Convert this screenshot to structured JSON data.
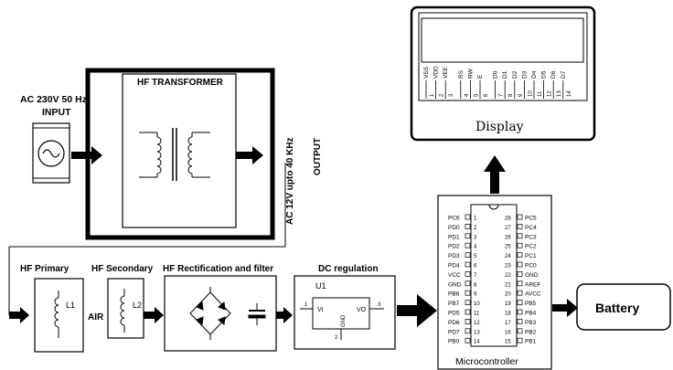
{
  "input": {
    "label_line1": "AC 230V 50 Hz",
    "label_line2": "INPUT"
  },
  "transformer": {
    "title": "HF TRANSFORMER"
  },
  "output": {
    "label_line1": "AC 12V upto 40 KHz",
    "label_line2": "OUTPUT"
  },
  "display": {
    "title": "Display",
    "pins": [
      {
        "name": "VSS",
        "num": "1"
      },
      {
        "name": "VDD",
        "num": "2"
      },
      {
        "name": "VEE",
        "num": "3"
      },
      {
        "name": "RS",
        "num": "4"
      },
      {
        "name": "RW",
        "num": "5"
      },
      {
        "name": "E",
        "num": "6"
      },
      {
        "name": "D0",
        "num": "7"
      },
      {
        "name": "D1",
        "num": "8"
      },
      {
        "name": "D2",
        "num": "9"
      },
      {
        "name": "D3",
        "num": "10"
      },
      {
        "name": "D4",
        "num": "11"
      },
      {
        "name": "D5",
        "num": "12"
      },
      {
        "name": "D6",
        "num": "13"
      },
      {
        "name": "D7",
        "num": "14"
      }
    ]
  },
  "hf_primary": {
    "title": "HF Primary",
    "coil": "L1"
  },
  "hf_secondary": {
    "title": "HF Secondary",
    "coil": "L2",
    "gap_label": "AIR"
  },
  "rectification": {
    "title": "HF Rectification and filter"
  },
  "dc_regulation": {
    "title": "DC regulation",
    "part": "U1",
    "vi": "VI",
    "vo": "VO",
    "gnd": "GND",
    "pin1": "1",
    "pin2": "2",
    "pin3": "3"
  },
  "microcontroller": {
    "title": "Microcontroller",
    "left_pins": [
      {
        "name": "PC6",
        "num": "1"
      },
      {
        "name": "PD0",
        "num": "2"
      },
      {
        "name": "PD1",
        "num": "3"
      },
      {
        "name": "PD2",
        "num": "4"
      },
      {
        "name": "PD3",
        "num": "5"
      },
      {
        "name": "PD4",
        "num": "6"
      },
      {
        "name": "VCC",
        "num": "7"
      },
      {
        "name": "GND",
        "num": "8"
      },
      {
        "name": "PB6",
        "num": "9"
      },
      {
        "name": "PB7",
        "num": "10"
      },
      {
        "name": "PD5",
        "num": "11"
      },
      {
        "name": "PD6",
        "num": "12"
      },
      {
        "name": "PD7",
        "num": "13"
      },
      {
        "name": "PB0",
        "num": "14"
      }
    ],
    "right_pins": [
      {
        "name": "PC5",
        "num": "28"
      },
      {
        "name": "PC4",
        "num": "27"
      },
      {
        "name": "PC3",
        "num": "26"
      },
      {
        "name": "PC2",
        "num": "25"
      },
      {
        "name": "PC1",
        "num": "24"
      },
      {
        "name": "PC0",
        "num": "23"
      },
      {
        "name": "GND",
        "num": "22"
      },
      {
        "name": "AREF",
        "num": "21"
      },
      {
        "name": "AVCC",
        "num": "20"
      },
      {
        "name": "PB5",
        "num": "19"
      },
      {
        "name": "PB4",
        "num": "18"
      },
      {
        "name": "PB3",
        "num": "17"
      },
      {
        "name": "PB2",
        "num": "16"
      },
      {
        "name": "PB1",
        "num": "15"
      }
    ]
  },
  "battery": {
    "label": "Battery"
  }
}
